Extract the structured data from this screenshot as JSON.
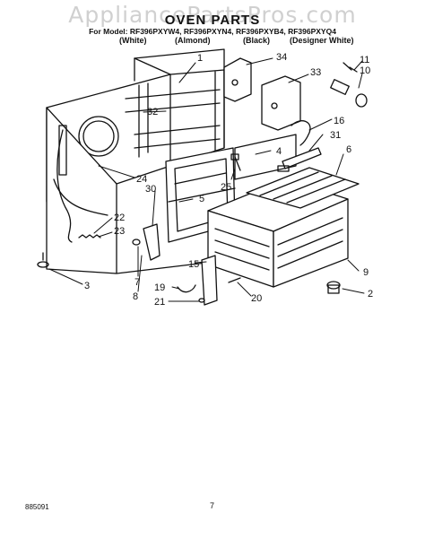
{
  "watermark": "AppliancePartsPros.com",
  "title": "OVEN PARTS",
  "models": "For Model: RF396PXYW4, RF396PXYN4, RF396PXYB4, RF396PXYQ4",
  "colors": [
    "(White)",
    "(Almond)",
    "(Black)",
    "(Designer White)"
  ],
  "callouts": [
    {
      "id": "1",
      "text": "1"
    },
    {
      "id": "2",
      "text": "2"
    },
    {
      "id": "3",
      "text": "3"
    },
    {
      "id": "4",
      "text": "4"
    },
    {
      "id": "5",
      "text": "5"
    },
    {
      "id": "6",
      "text": "6"
    },
    {
      "id": "7",
      "text": "7"
    },
    {
      "id": "8",
      "text": "8"
    },
    {
      "id": "9",
      "text": "9"
    },
    {
      "id": "10",
      "text": "10"
    },
    {
      "id": "11",
      "text": "11"
    },
    {
      "id": "15",
      "text": "15"
    },
    {
      "id": "16",
      "text": "16"
    },
    {
      "id": "19",
      "text": "19"
    },
    {
      "id": "20",
      "text": "20"
    },
    {
      "id": "21",
      "text": "21"
    },
    {
      "id": "22",
      "text": "22"
    },
    {
      "id": "23",
      "text": "23"
    },
    {
      "id": "24",
      "text": "24"
    },
    {
      "id": "25",
      "text": "25"
    },
    {
      "id": "30",
      "text": "30"
    },
    {
      "id": "31",
      "text": "31"
    },
    {
      "id": "32",
      "text": "32"
    },
    {
      "id": "33",
      "text": "33"
    },
    {
      "id": "34",
      "text": "34"
    }
  ],
  "footer": {
    "doc_number": "885091",
    "page_number": "7"
  }
}
